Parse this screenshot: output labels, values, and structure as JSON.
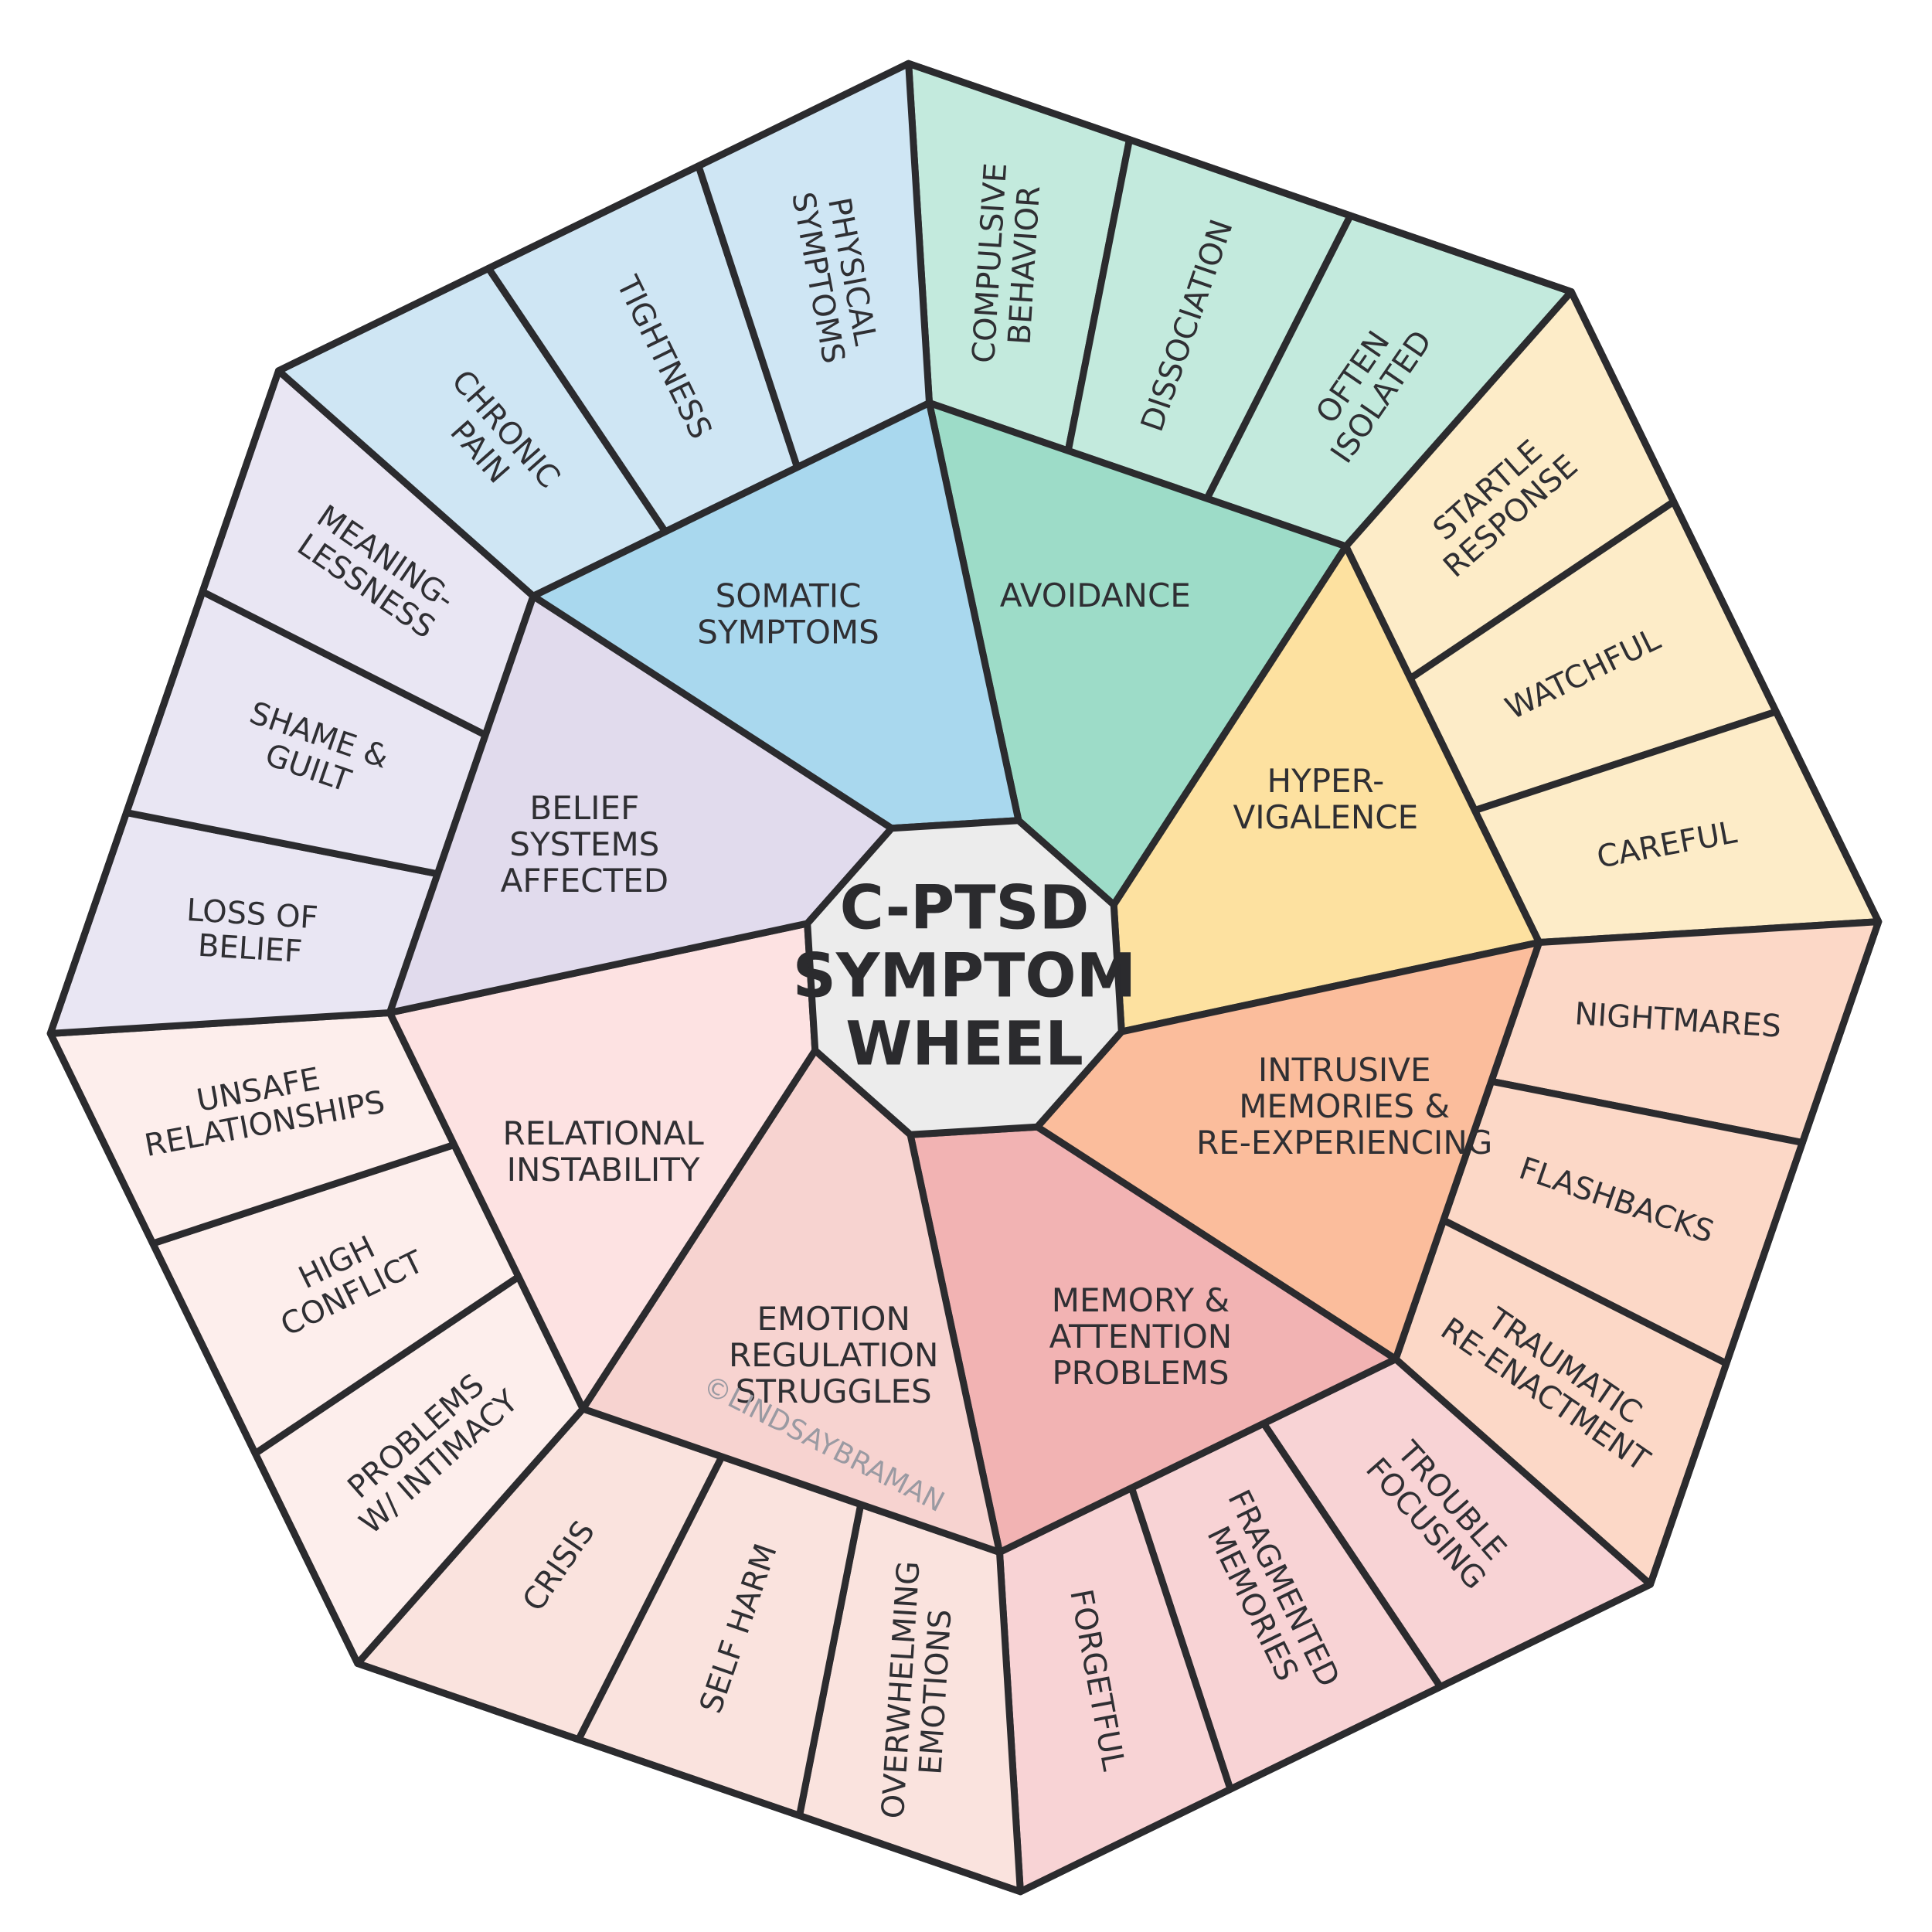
{
  "center": {
    "lines": [
      "C-PTSD",
      "SYMPTOM",
      "WHEEL"
    ],
    "color": "#ececec"
  },
  "watermark": "©LINDSAYBRAMAN",
  "categories": [
    {
      "id": "avoidance",
      "name": [
        "AVOIDANCE"
      ],
      "inner_color": "#9ddcc8",
      "outer_color": "#c3eadd",
      "symptoms": [
        [
          "COMPULSIVE",
          "BEHAVIOR"
        ],
        [
          "DISSOCIATION"
        ],
        [
          "OFTEN",
          "ISOLATED"
        ]
      ]
    },
    {
      "id": "hypervigilance",
      "name": [
        "HYPER-",
        "VIGALENCE"
      ],
      "inner_color": "#fde1a0",
      "outer_color": "#fdecc8",
      "symptoms": [
        [
          "STARTLE",
          "RESPONSE"
        ],
        [
          "WATCHFUL"
        ],
        [
          "CAREFUL"
        ]
      ]
    },
    {
      "id": "intrusive",
      "name": [
        "INTRUSIVE",
        "MEMORIES &",
        "RE-EXPERIENCING"
      ],
      "inner_color": "#fbbd9c",
      "outer_color": "#fcd8c7",
      "symptoms": [
        [
          "NIGHTMARES"
        ],
        [
          "FLASHBACKS"
        ],
        [
          "TRAUMATIC",
          "RE-ENACTMENT"
        ]
      ]
    },
    {
      "id": "memory-attention",
      "name": [
        "MEMORY &",
        "ATTENTION",
        "PROBLEMS"
      ],
      "inner_color": "#f2b3b3",
      "outer_color": "#f8d3d5",
      "symptoms": [
        [
          "TROUBLE",
          "FOCUSING"
        ],
        [
          "FRAGMENTED",
          "MEMORIES"
        ],
        [
          "FORGETFUL"
        ]
      ]
    },
    {
      "id": "emotion-regulation",
      "name": [
        "EMOTION",
        "REGULATION",
        "STRUGGLES"
      ],
      "inner_color": "#f7d3d0",
      "outer_color": "#fae3de",
      "symptoms": [
        [
          "OVERWHELMING",
          "EMOTIONS"
        ],
        [
          "SELF HARM"
        ],
        [
          "CRISIS"
        ]
      ]
    },
    {
      "id": "relational",
      "name": [
        "RELATIONAL",
        "INSTABILITY"
      ],
      "inner_color": "#fde2e2",
      "outer_color": "#fdeeec",
      "symptoms": [
        [
          "PROBLEMS",
          "W/ INTIMACY"
        ],
        [
          "HIGH",
          "CONFLICT"
        ],
        [
          "UNSAFE",
          "RELATIONSHIPS"
        ]
      ]
    },
    {
      "id": "belief",
      "name": [
        "BELIEF",
        "SYSTEMS",
        "AFFECTED"
      ],
      "inner_color": "#e1dbed",
      "outer_color": "#e9e6f3",
      "symptoms": [
        [
          "LOSS OF",
          "BELIEF"
        ],
        [
          "SHAME &",
          "GUILT"
        ],
        [
          "MEANING-",
          "LESSNESS"
        ]
      ]
    },
    {
      "id": "somatic",
      "name": [
        "SOMATIC",
        "SYMPTOMS"
      ],
      "inner_color": "#a9d8ee",
      "outer_color": "#cfe6f4",
      "symptoms": [
        [
          "CHRONIC",
          "PAIN"
        ],
        [
          "TIGHTNESS"
        ],
        [
          "PHYSICAL",
          "SYMPTOMS"
        ]
      ]
    }
  ],
  "outline_color": "#2b2b2e",
  "text_color": "#2f2f33"
}
